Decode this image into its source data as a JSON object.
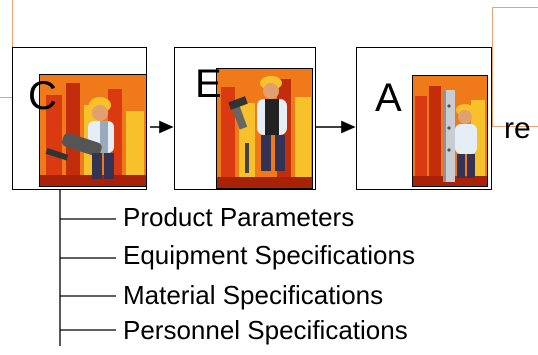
{
  "steps": [
    {
      "letter": "C",
      "icon": "worker-drill-icon"
    },
    {
      "letter": "E",
      "icon": "worker-hammer-icon"
    },
    {
      "letter": "A",
      "icon": "worker-inspect-icon"
    }
  ],
  "callout_text": "re",
  "specs": [
    "Product Parameters",
    "Equipment Specifications",
    "Material Specifications",
    "Personnel Specifications"
  ],
  "colors": {
    "callout_border": "#f0a070",
    "building_red": "#d93a12",
    "building_orange": "#f07a1a",
    "building_yellow": "#f6c12a"
  }
}
